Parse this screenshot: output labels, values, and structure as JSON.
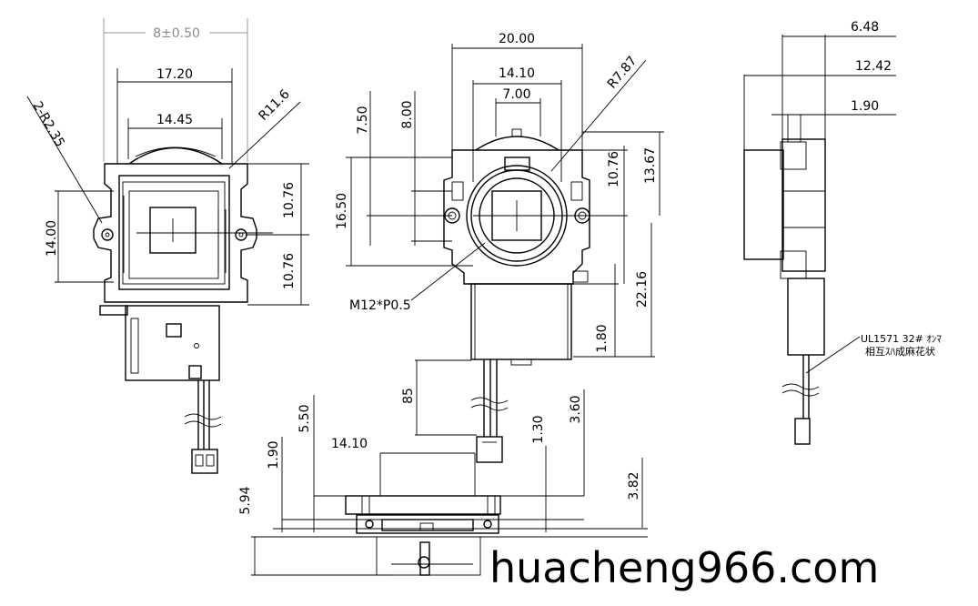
{
  "left_view": {
    "dims": {
      "tolerance_width": "8±0.50",
      "width_outer": "17.20",
      "width_inner": "14.45",
      "radius_fillet": "R11.6",
      "mount_holes": "2-R2.35",
      "hole_span": "14.00",
      "half_height_upper": "10.76",
      "half_height_lower": "10.76"
    }
  },
  "front_view": {
    "dims": {
      "width_total": "20.00",
      "width_mid": "14.10",
      "width_small": "7.00",
      "radius": "R7.87",
      "height_750": "7.50",
      "height_800": "8.00",
      "height_1650": "16.50",
      "height_1076": "10.76",
      "height_1367": "13.67",
      "height_2216": "22.16",
      "height_180": "1.80",
      "cable_85": "85",
      "thread": "M12*P0.5"
    }
  },
  "bottom_view": {
    "dims": {
      "d550": "5.50",
      "d1410": "14.10",
      "d130": "1.30",
      "d360": "3.60",
      "d190": "1.90",
      "d594": "5.94",
      "d382": "3.82"
    }
  },
  "side_view": {
    "dims": {
      "d648": "6.48",
      "d1242": "12.42",
      "d190": "1.90"
    },
    "cable_note_line1": "UL1571 32# ｵﾝﾏ",
    "cable_note_line2": "相互ｽﾊ成麻花状"
  },
  "watermark": "huacheng966.com"
}
